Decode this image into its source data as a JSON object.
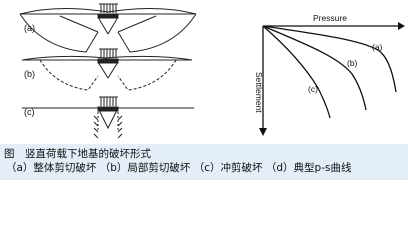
{
  "panels": {
    "a": "(a)",
    "b": "(b)",
    "c": "(c)"
  },
  "chart": {
    "x_axis_label": "Pressure",
    "y_axis_label": "Settlement",
    "curves": [
      "(a)",
      "(b)",
      "(c)"
    ]
  },
  "caption": {
    "title": "图　竖直荷载下地基的破坏形式",
    "subtitle": "（a）整体剪切破坏 （b）局部剪切破坏 （c）冲剪破坏 （d）典型p-s曲线"
  }
}
